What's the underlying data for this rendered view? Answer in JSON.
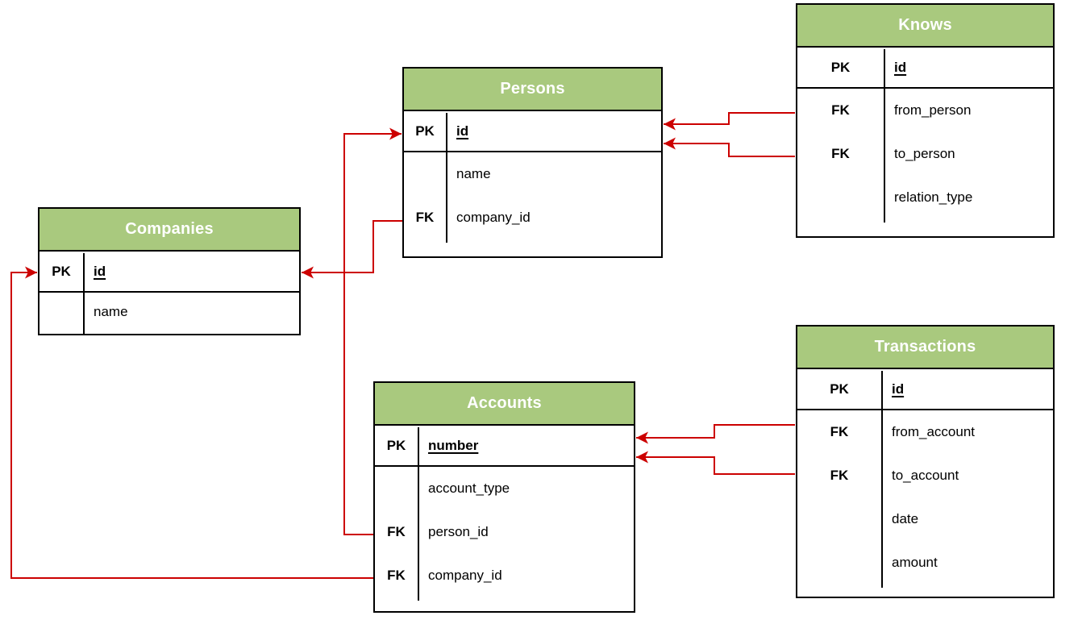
{
  "diagram": {
    "kind": "entity-relationship-diagram",
    "colors": {
      "header_fill": "#A9C97E",
      "header_text": "#FFFFFF",
      "border": "#000000",
      "relation_line": "#CC0000",
      "background": "#FFFFFF",
      "cell_text": "#000000"
    },
    "tables": {
      "knows": {
        "title": "Knows",
        "rows": [
          {
            "key": "PK",
            "name": "id"
          },
          {
            "key": "FK",
            "name": "from_person"
          },
          {
            "key": "FK",
            "name": "to_person"
          },
          {
            "key": "",
            "name": "relation_type"
          }
        ]
      },
      "persons": {
        "title": "Persons",
        "rows": [
          {
            "key": "PK",
            "name": "id"
          },
          {
            "key": "",
            "name": "name"
          },
          {
            "key": "FK",
            "name": "company_id"
          }
        ]
      },
      "companies": {
        "title": "Companies",
        "rows": [
          {
            "key": "PK",
            "name": "id"
          },
          {
            "key": "",
            "name": "name"
          }
        ]
      },
      "accounts": {
        "title": "Accounts",
        "rows": [
          {
            "key": "PK",
            "name": "number"
          },
          {
            "key": "",
            "name": "account_type"
          },
          {
            "key": "FK",
            "name": "person_id"
          },
          {
            "key": "FK",
            "name": "company_id"
          }
        ]
      },
      "transactions": {
        "title": "Transactions",
        "rows": [
          {
            "key": "PK",
            "name": "id"
          },
          {
            "key": "FK",
            "name": "from_account"
          },
          {
            "key": "FK",
            "name": "to_account"
          },
          {
            "key": "",
            "name": "date"
          },
          {
            "key": "",
            "name": "amount"
          }
        ]
      }
    },
    "relations": [
      {
        "from": "Knows.from_person",
        "to": "Persons.id"
      },
      {
        "from": "Knows.to_person",
        "to": "Persons.id"
      },
      {
        "from": "Persons.company_id",
        "to": "Companies.id"
      },
      {
        "from": "Accounts.person_id",
        "to": "Persons.id"
      },
      {
        "from": "Accounts.company_id",
        "to": "Companies.id"
      },
      {
        "from": "Transactions.from_account",
        "to": "Accounts.number"
      },
      {
        "from": "Transactions.to_account",
        "to": "Accounts.number"
      }
    ]
  }
}
